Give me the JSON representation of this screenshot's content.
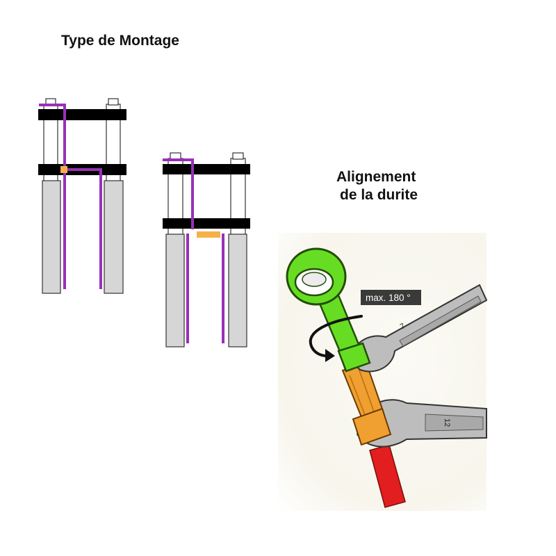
{
  "titles": {
    "montage": "Type de Montage",
    "alignement_line1": "Alignement",
    "alignement_line2": "de la durite"
  },
  "annotations": {
    "angle_label": "max. 180 °",
    "wrench_small_size": "7",
    "wrench_large_size": "12"
  },
  "colors": {
    "hose": "#9a2fb8",
    "clamp": "#000000",
    "fork_slider": "#d6d6d6",
    "junction": "#f6b04a",
    "banjo": "#66dd22",
    "fitting": "#f0a030",
    "brake_line": "#e21e1e",
    "wrench": "#bdbdbd",
    "label_bg": "#3a3a3a"
  },
  "icons": {
    "rotation_arrow": "curved-arrow-icon"
  }
}
